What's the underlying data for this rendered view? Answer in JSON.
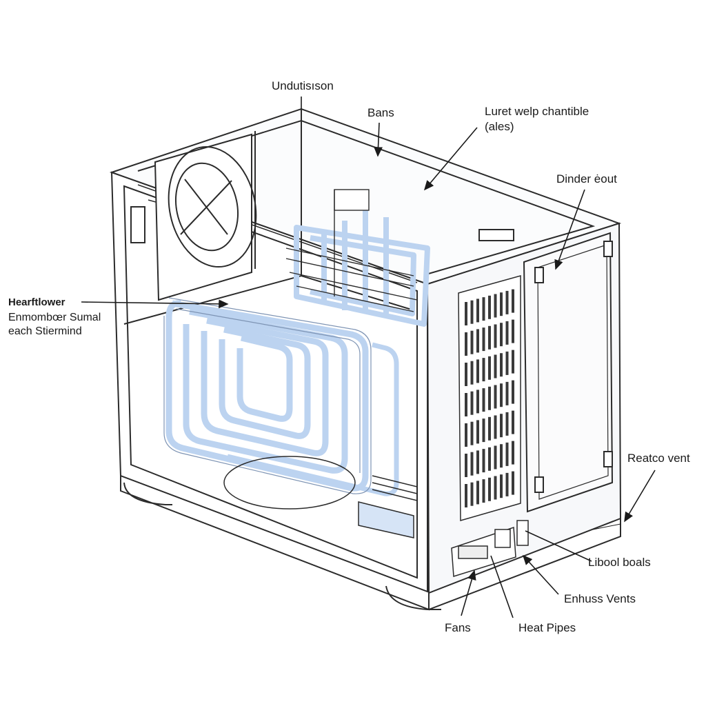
{
  "diagram": {
    "labels": {
      "undutission": "Undutisıson",
      "bans": "Bans",
      "luret_line1": "Luret welp chantible",
      "luret_line2": "(ales)",
      "dinder": "Dinder ėout",
      "heartower": "Hearftlower",
      "enmomber": "Enmombœr Sumal",
      "each": "each Stiermind",
      "reatco": "Reatco vent",
      "libool": "Libool boals",
      "enhuss": "Enhuss Vents",
      "fans": "Fans",
      "heat_pipes": "Heat Pipes"
    },
    "colors": {
      "line": "#2b2b2b",
      "pipe_fill": "#cfe0f5",
      "pipe_stroke": "#a9c4e8",
      "panel": "#f4f6f9"
    }
  }
}
